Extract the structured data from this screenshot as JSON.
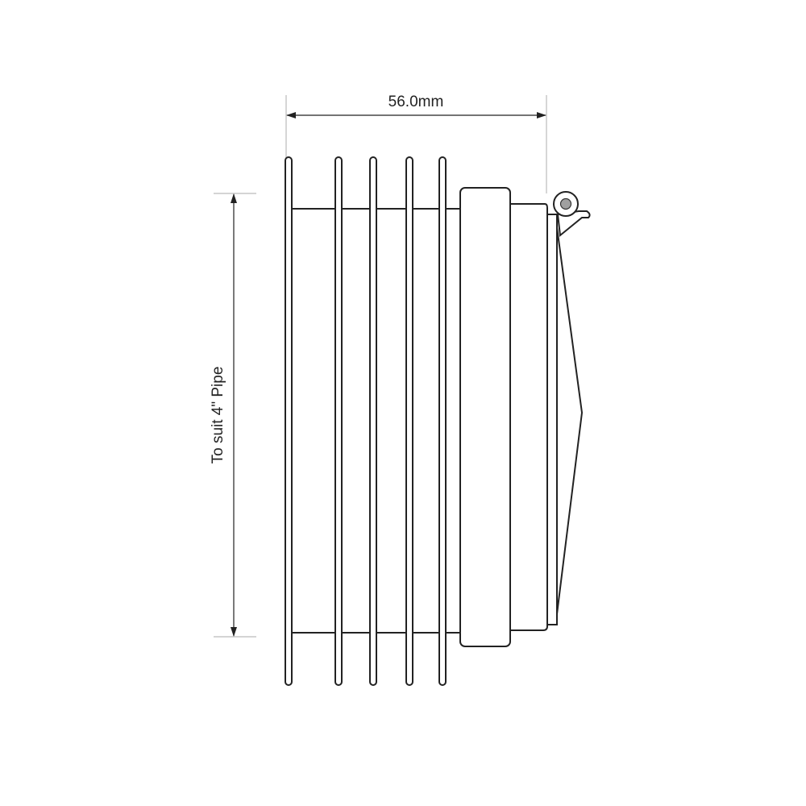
{
  "dimensions": {
    "width_label": "56.0mm",
    "pipe_label": "To suit 4\" Pipe"
  },
  "colors": {
    "line": "#222222",
    "extension_line": "#bbbbbb",
    "hinge_pin": "#a0a0a0"
  },
  "fin_count": 5
}
